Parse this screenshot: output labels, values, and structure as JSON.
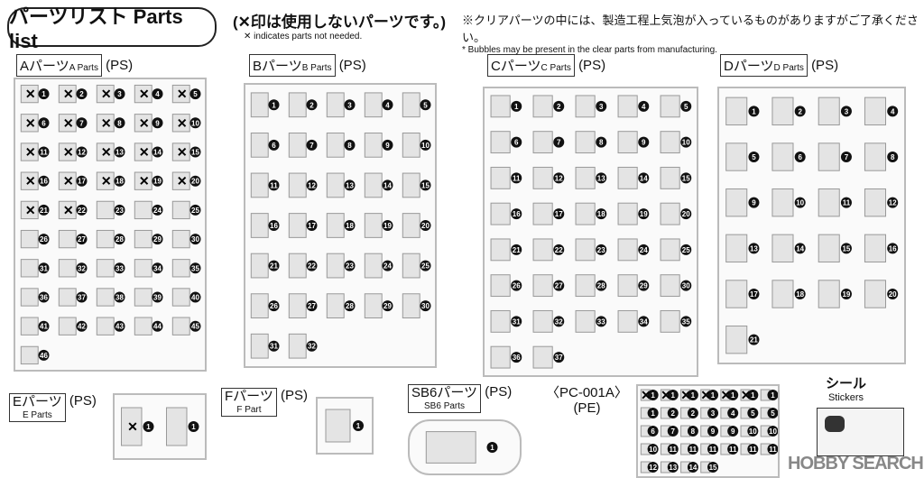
{
  "header": {
    "title": "パーツリスト Parts list",
    "note_x_jp": "(✕印は使用しないパーツです。)",
    "note_x_en": "✕ indicates parts not needed.",
    "note_clear_jp": "※クリアパーツの中には、製造工程上気泡が入っているものがありますがご了承ください。",
    "note_clear_en": "* Bubbles may be present in the clear parts from manufacturing."
  },
  "runners": [
    {
      "id": "A",
      "label_jp": "Aパーツ",
      "label_en": "A Parts",
      "material": "(PS)",
      "parts": [
        1,
        2,
        3,
        4,
        5,
        6,
        7,
        8,
        9,
        10,
        11,
        12,
        13,
        14,
        15,
        16,
        17,
        18,
        19,
        20,
        21,
        22,
        23,
        24,
        25,
        26,
        27,
        28,
        29,
        30,
        31,
        32,
        33,
        34,
        35,
        36,
        37,
        38,
        39,
        40,
        41,
        42,
        43,
        44,
        45,
        46
      ],
      "x_count": 22
    },
    {
      "id": "B",
      "label_jp": "Bパーツ",
      "label_en": "B Parts",
      "material": "(PS)",
      "parts": [
        1,
        2,
        3,
        4,
        5,
        6,
        7,
        8,
        9,
        10,
        11,
        12,
        13,
        14,
        15,
        16,
        17,
        18,
        19,
        20,
        21,
        22,
        23,
        24,
        25,
        26,
        27,
        28,
        29,
        30,
        31,
        32
      ],
      "x_count": 0
    },
    {
      "id": "C",
      "label_jp": "Cパーツ",
      "label_en": "C Parts",
      "material": "(PS)",
      "parts": [
        1,
        2,
        3,
        4,
        5,
        6,
        7,
        8,
        9,
        10,
        11,
        12,
        13,
        14,
        15,
        16,
        17,
        18,
        19,
        20,
        21,
        22,
        23,
        24,
        25,
        26,
        27,
        28,
        29,
        30,
        31,
        32,
        33,
        34,
        35,
        36,
        37
      ],
      "x_count": 0
    },
    {
      "id": "D",
      "label_jp": "Dパーツ",
      "label_en": "D Parts",
      "material": "(PS)",
      "parts": [
        1,
        2,
        3,
        4,
        5,
        6,
        7,
        8,
        9,
        10,
        11,
        12,
        13,
        14,
        15,
        16,
        17,
        18,
        19,
        20,
        21
      ],
      "x_count": 0
    },
    {
      "id": "E",
      "label_jp": "Eパーツ",
      "label_en": "E Parts",
      "material": "(PS)",
      "parts": [
        1,
        1
      ],
      "x_count": 1
    },
    {
      "id": "F",
      "label_jp": "Fパーツ",
      "label_en": "F Part",
      "material": "(PS)",
      "parts": [
        1
      ],
      "x_count": 0
    },
    {
      "id": "SB6",
      "label_jp": "SB6パーツ",
      "label_en": "SB6 Parts",
      "material": "(PS)",
      "parts": [
        1
      ],
      "x_count": 0
    },
    {
      "id": "PC",
      "label_jp": "〈PC-001A〉",
      "label_en": "",
      "material": "(PE)",
      "parts": [
        1,
        1,
        1,
        1,
        1,
        1,
        1,
        1,
        2,
        2,
        3,
        4,
        5,
        5,
        6,
        7,
        8,
        9,
        9,
        10,
        10,
        10,
        11,
        11,
        11,
        11,
        11,
        11,
        12,
        13,
        14,
        15
      ],
      "x_count": 6
    }
  ],
  "stickers": {
    "label_jp": "シール",
    "label_en": "Stickers"
  },
  "watermark": "HOBBY SEARCH",
  "colors": {
    "runner": "#bbbbbb",
    "marker": "#111111"
  }
}
